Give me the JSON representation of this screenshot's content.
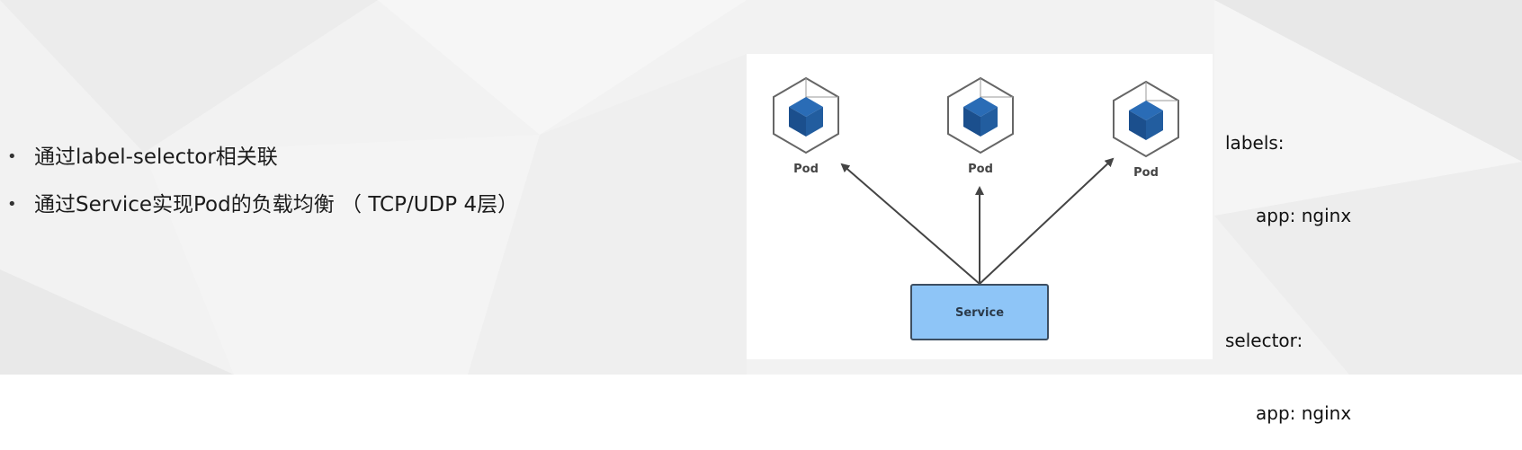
{
  "bullets": [
    "通过label-selector相关联",
    "通过Service实现Pod的负载均衡 （ TCP/UDP 4层）"
  ],
  "diagram": {
    "pods": [
      {
        "label": "Pod"
      },
      {
        "label": "Pod"
      },
      {
        "label": "Pod"
      }
    ],
    "service": {
      "label": "Service"
    },
    "colors": {
      "cube": "#1f5ea8",
      "service_fill": "#8ec5f7",
      "service_border": "#3d4f62",
      "arrow": "#444444"
    }
  },
  "labels": {
    "key": "labels:",
    "value": "app: nginx"
  },
  "selector": {
    "key": "selector:",
    "value": "app: nginx"
  }
}
